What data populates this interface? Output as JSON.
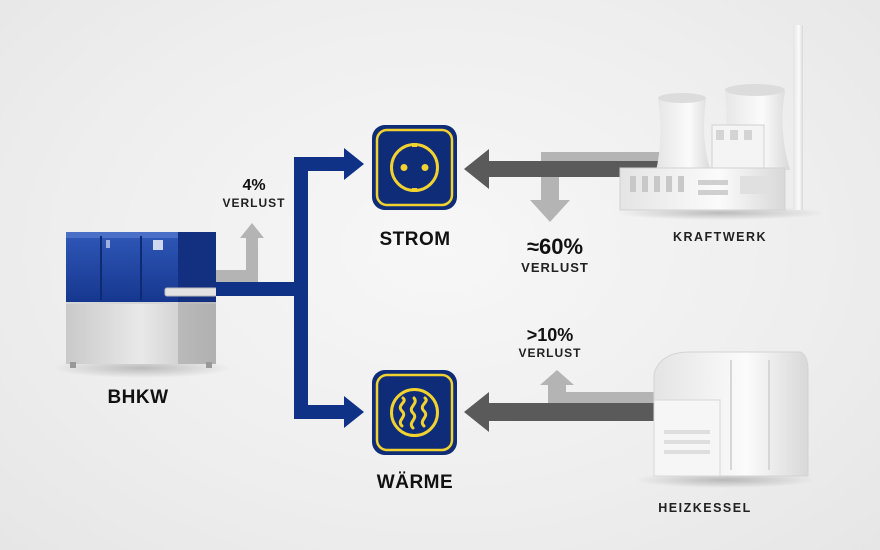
{
  "labels": {
    "bhkw": "BHKW",
    "strom": "STROM",
    "waerme": "WÄRME",
    "kraftwerk": "KRAFTWERK",
    "heizkessel": "HEIZKESSEL"
  },
  "losses": {
    "bhkw": {
      "value": "4%",
      "text": "VERLUST"
    },
    "kraftwerk": {
      "value": "≈60%",
      "text": "VERLUST"
    },
    "heizkessel": {
      "value": ">10%",
      "text": "VERLUST"
    }
  },
  "colors": {
    "blue": "#0f3287",
    "icon_bg": "#0e2c78",
    "yellow": "#f2d22e",
    "dark_grey": "#5a5a5a",
    "light_grey": "#b4b4b4"
  },
  "icons": {
    "strom": "power-socket-icon",
    "waerme": "heat-waves-icon"
  }
}
